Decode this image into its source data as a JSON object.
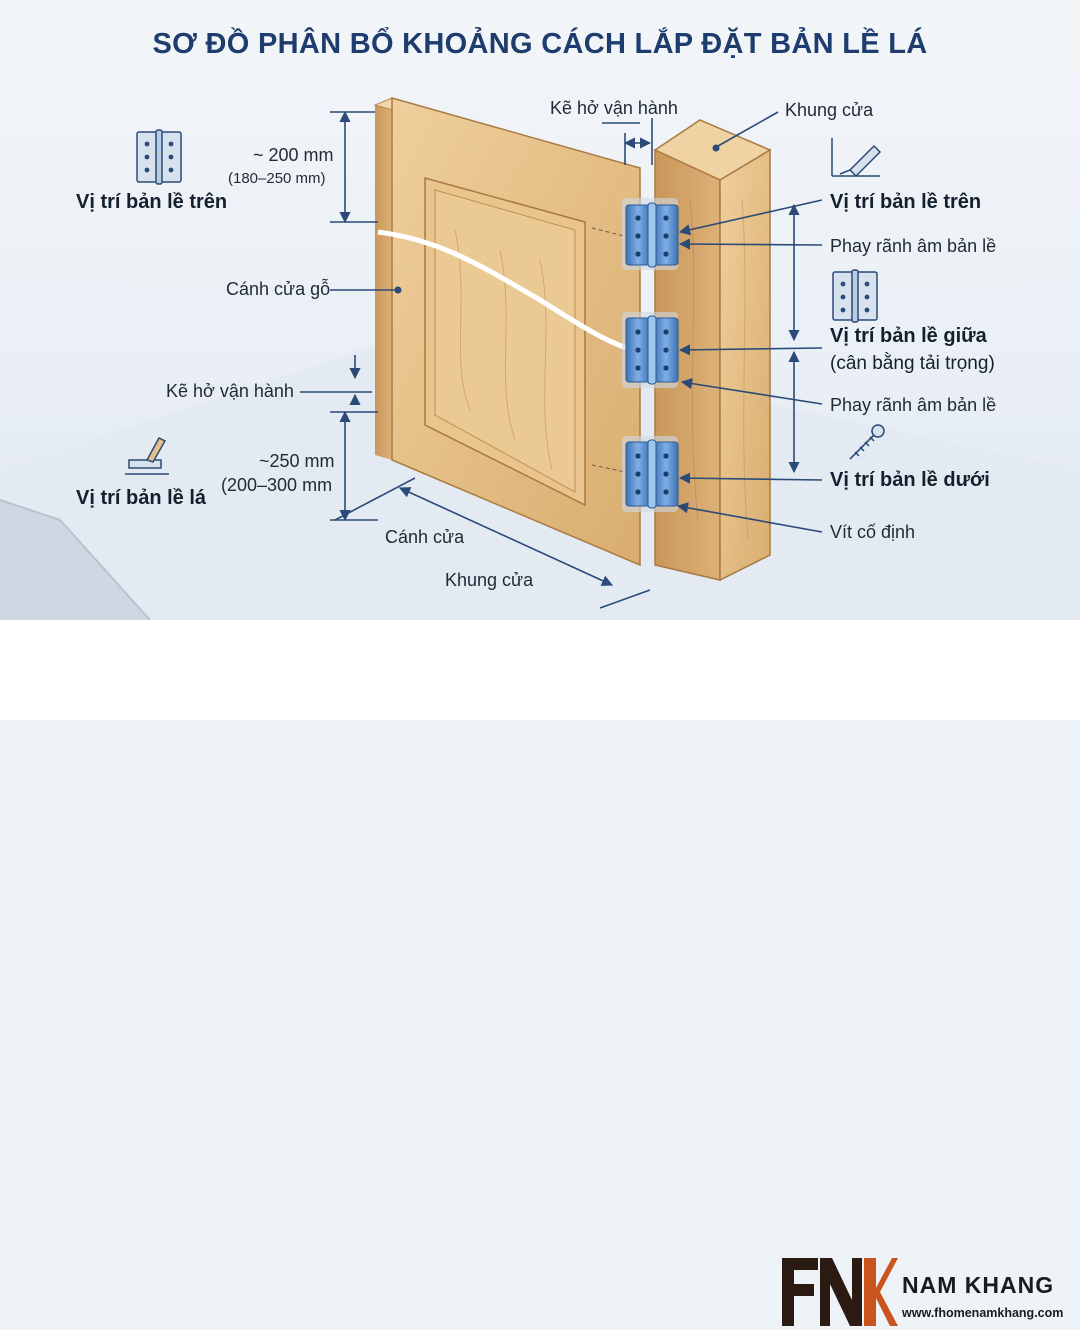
{
  "title": "SƠ ĐỒ PHÂN BỔ KHOẢNG CÁCH LẮP ĐẶT BẢN LỀ LÁ",
  "labels": {
    "clearance_top": "Kẽ hở vận hành",
    "frame_top": "Khung cửa",
    "top_distance": "~ 200 mm",
    "top_range": "(180–250 mm)",
    "top_hinge_left": "Vị trí bản lề trên",
    "door_leaf": "Cánh cửa gỗ",
    "clearance_left": "Kẽ hở vận hành",
    "bottom_distance": "~250 mm",
    "bottom_range": "(200–300 mm",
    "leaf_hinge_left": "Vị trí bản lề lá",
    "door_bottom": "Cánh cửa",
    "frame_bottom": "Khung cửa",
    "top_hinge_right": "Vị trí bản lề trên",
    "mortise_1": "Phay rãnh âm bản lề",
    "middle_hinge": "Vị trí bản lề giữa",
    "middle_note": "(cân bằng tải trọng)",
    "mortise_2": "Phay rãnh âm bản lề",
    "bottom_hinge": "Vị trí bản lề dưới",
    "screw": "Vít cố định"
  },
  "brand": {
    "logo_text": "FNK",
    "name": "NAM KHANG",
    "url": "www.fhomenamkhang.com",
    "colors": {
      "logo_dark": "#2a1a12",
      "logo_accent": "#c9541e"
    }
  },
  "colors": {
    "title": "#1e3c6e",
    "wood": "#e6c08a",
    "wood_dark": "#c99a5c",
    "hinge": "#4f86c6",
    "dim_line": "#2a4a78"
  },
  "icons": [
    "hinge-icon",
    "router-icon",
    "hammer-icon",
    "screw-icon"
  ]
}
